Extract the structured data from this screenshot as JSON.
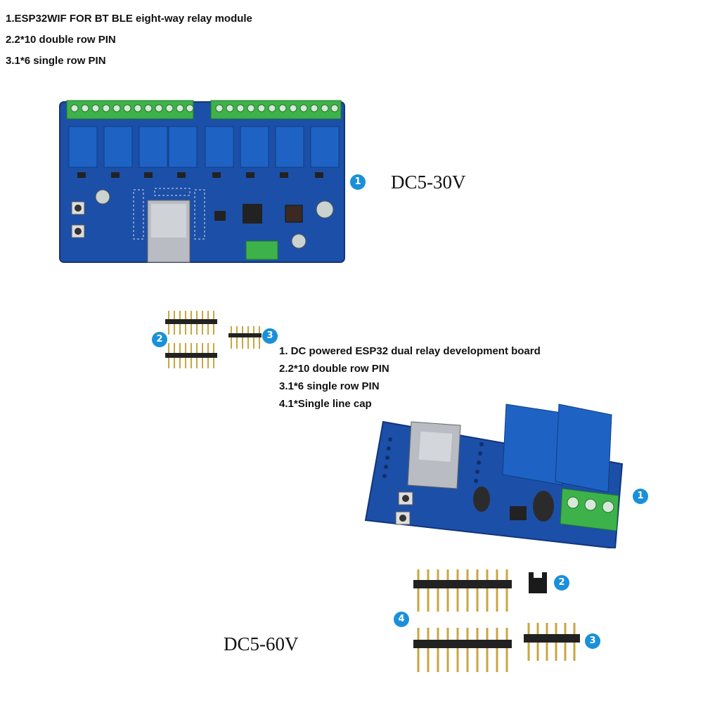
{
  "top_list": [
    "1.ESP32WIF FOR BT BLE eight-way relay module",
    "2.2*10 double row PIN",
    "3.1*6 single row PIN"
  ],
  "voltage_top": "DC5-30V",
  "voltage_bottom": "DC5-60V",
  "bottom_list": [
    "1. DC powered ESP32 dual relay development board",
    "2.2*10 double row PIN",
    "3.1*6 single row PIN",
    "4.1*Single line cap"
  ],
  "badges": {
    "top_board": "1",
    "top_pins_double": "2",
    "top_pins_single": "3",
    "bottom_board": "1",
    "bottom_cap": "2",
    "bottom_pins_single": "3",
    "bottom_pins_double": "4"
  },
  "colors": {
    "pcb_blue": "#1c4fa8",
    "relay_blue": "#1e63c4",
    "terminal_green": "#3db24a",
    "badge_blue": "#1a90d9"
  }
}
